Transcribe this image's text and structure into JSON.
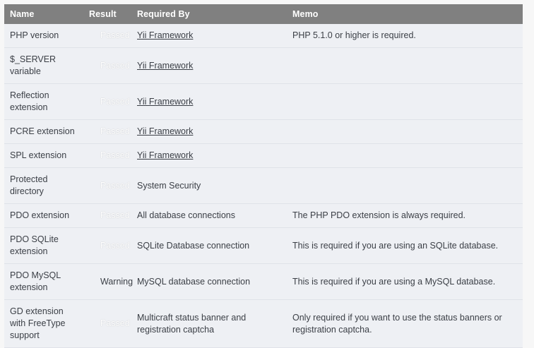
{
  "table": {
    "columns": [
      {
        "key": "name",
        "label": "Name"
      },
      {
        "key": "result",
        "label": "Result"
      },
      {
        "key": "reqby",
        "label": "Required By"
      },
      {
        "key": "memo",
        "label": "Memo"
      }
    ],
    "colors": {
      "header_bg": "#808080",
      "header_text": "#ffffff",
      "row_bg": "#eef0f4",
      "row_border": "#dfe2e8",
      "passed_bg": "#5cb85c",
      "passed_text": "#ffffff",
      "warning_bg": "#f8f8c8",
      "warning_text": "#3b3f46",
      "page_bg": "#f7f7f7",
      "link_text": "#3b3f46"
    },
    "rows": [
      {
        "name": "PHP version",
        "result": "Passed",
        "status": "passed",
        "reqby": "Yii Framework",
        "reqby_is_link": true,
        "memo": "PHP 5.1.0 or higher is required."
      },
      {
        "name": "$_SERVER variable",
        "result": "Passed",
        "status": "passed",
        "reqby": "Yii Framework",
        "reqby_is_link": true,
        "memo": ""
      },
      {
        "name": "Reflection extension",
        "result": "Passed",
        "status": "passed",
        "reqby": "Yii Framework",
        "reqby_is_link": true,
        "memo": ""
      },
      {
        "name": "PCRE extension",
        "result": "Passed",
        "status": "passed",
        "reqby": "Yii Framework",
        "reqby_is_link": true,
        "memo": ""
      },
      {
        "name": "SPL extension",
        "result": "Passed",
        "status": "passed",
        "reqby": "Yii Framework",
        "reqby_is_link": true,
        "memo": ""
      },
      {
        "name": "Protected directory",
        "result": "Passed",
        "status": "passed",
        "reqby": "System Security",
        "reqby_is_link": false,
        "memo": ""
      },
      {
        "name": "PDO extension",
        "result": "Passed",
        "status": "passed",
        "reqby": "All database connections",
        "reqby_is_link": false,
        "memo": "The PHP PDO extension is always required."
      },
      {
        "name": "PDO SQLite extension",
        "result": "Passed",
        "status": "passed",
        "reqby": "SQLite Database connection",
        "reqby_is_link": false,
        "memo": "This is required if you are using an SQLite database."
      },
      {
        "name": "PDO MySQL extension",
        "result": "Warning",
        "status": "warning",
        "reqby": "MySQL database connection",
        "reqby_is_link": false,
        "memo": "This is required if you are using a MySQL database."
      },
      {
        "name": "GD extension with FreeType support",
        "result": "Passed",
        "status": "passed",
        "reqby": "Multicraft status banner and registration captcha",
        "reqby_is_link": false,
        "memo": "Only required if you want to use the status banners or registration captcha."
      }
    ]
  }
}
